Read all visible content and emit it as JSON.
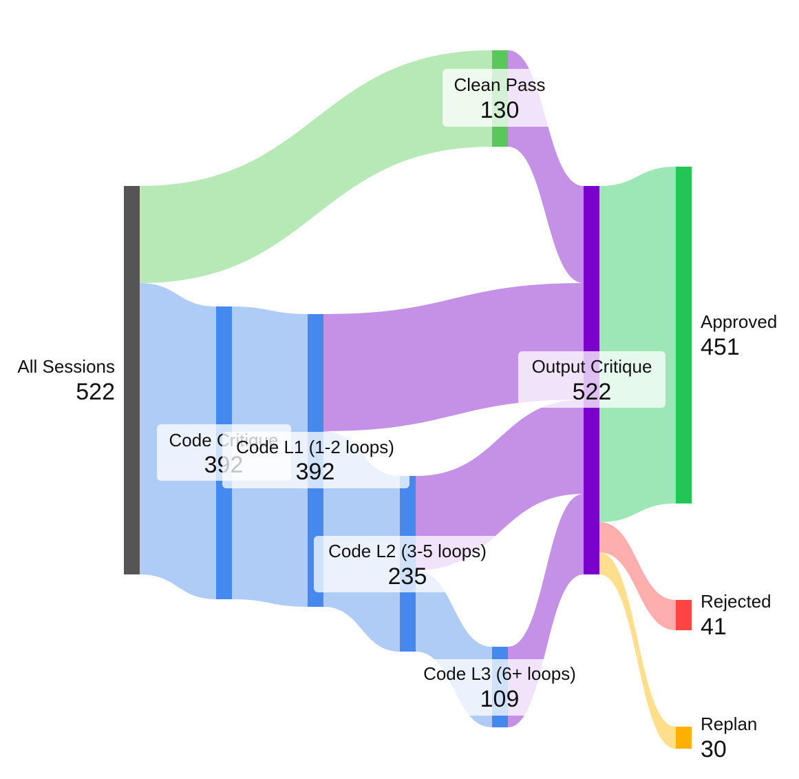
{
  "colors": {
    "node_all_sessions": "#555555",
    "node_code": "#4589ee",
    "node_clean_pass": "#5ac75a",
    "node_output_critique": "#7a00cc",
    "node_approved": "#22c655",
    "node_rejected": "#ff4444",
    "node_replan": "#ffb000",
    "link_green": "#b3e8b3",
    "link_blue": "#aac9f5",
    "link_purple": "#c28be6",
    "link_approved": "#98e6b2",
    "link_rejected": "#ffaaaa",
    "link_replan": "#ffdd88"
  },
  "nodes": {
    "all_sessions": {
      "name": "All Sessions",
      "value": "522"
    },
    "clean_pass": {
      "name": "Clean Pass",
      "value": "130"
    },
    "code_critique": {
      "name": "Code Critique",
      "value": "392"
    },
    "code_l1": {
      "name": "Code L1 (1-2 loops)",
      "value": "392"
    },
    "code_l2": {
      "name": "Code L2 (3-5 loops)",
      "value": "235"
    },
    "code_l3": {
      "name": "Code L3 (6+ loops)",
      "value": "109"
    },
    "output_critique": {
      "name": "Output Critique",
      "value": "522"
    },
    "approved": {
      "name": "Approved",
      "value": "451"
    },
    "rejected": {
      "name": "Rejected",
      "value": "41"
    },
    "replan": {
      "name": "Replan",
      "value": "30"
    }
  },
  "flows": [
    {
      "source": "All Sessions",
      "target": "Clean Pass",
      "value": 130
    },
    {
      "source": "All Sessions",
      "target": "Code Critique",
      "value": 392
    },
    {
      "source": "Code Critique",
      "target": "Code L1 (1-2 loops)",
      "value": 392
    },
    {
      "source": "Code L1 (1-2 loops)",
      "target": "Output Critique",
      "value": 157
    },
    {
      "source": "Code L1 (1-2 loops)",
      "target": "Code L2 (3-5 loops)",
      "value": 235
    },
    {
      "source": "Code L2 (3-5 loops)",
      "target": "Output Critique",
      "value": 126
    },
    {
      "source": "Code L2 (3-5 loops)",
      "target": "Code L3 (6+ loops)",
      "value": 109
    },
    {
      "source": "Code L3 (6+ loops)",
      "target": "Output Critique",
      "value": 109
    },
    {
      "source": "Clean Pass",
      "target": "Output Critique",
      "value": 130
    },
    {
      "source": "Output Critique",
      "target": "Approved",
      "value": 451
    },
    {
      "source": "Output Critique",
      "target": "Rejected",
      "value": 41
    },
    {
      "source": "Output Critique",
      "target": "Replan",
      "value": 30
    }
  ]
}
